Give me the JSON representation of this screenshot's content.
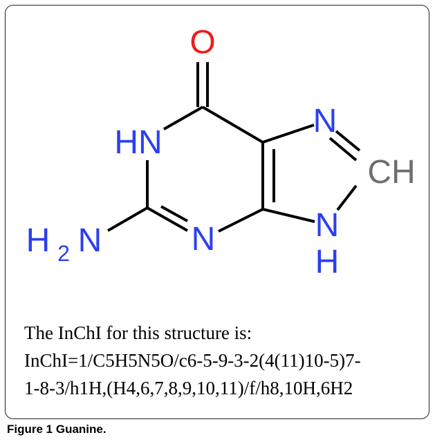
{
  "structure": {
    "atoms": {
      "oxygen": "O",
      "n1": "HN",
      "n3": "N",
      "n7": "N",
      "c8": "CH",
      "n9": "N",
      "n9_h": "H",
      "amine_h": "H",
      "amine_sub": "2",
      "amine_n": "N"
    },
    "colors": {
      "nitrogen": "#2b3ff0",
      "oxygen": "#f01b1b",
      "carbon": "#6e6e6e",
      "bond": "#000000"
    }
  },
  "inchi": {
    "intro": "The InChI for this structure is:",
    "line1": "InChI=1/C5H5N5O/c6-5-9-3-2(4(11)10-5)7-",
    "line2": "1-8-3/h1H,(H4,6,7,8,9,10,11)/f/h8,10H,6H2"
  },
  "caption": {
    "label": "Figure 1",
    "title": "Guanine."
  }
}
